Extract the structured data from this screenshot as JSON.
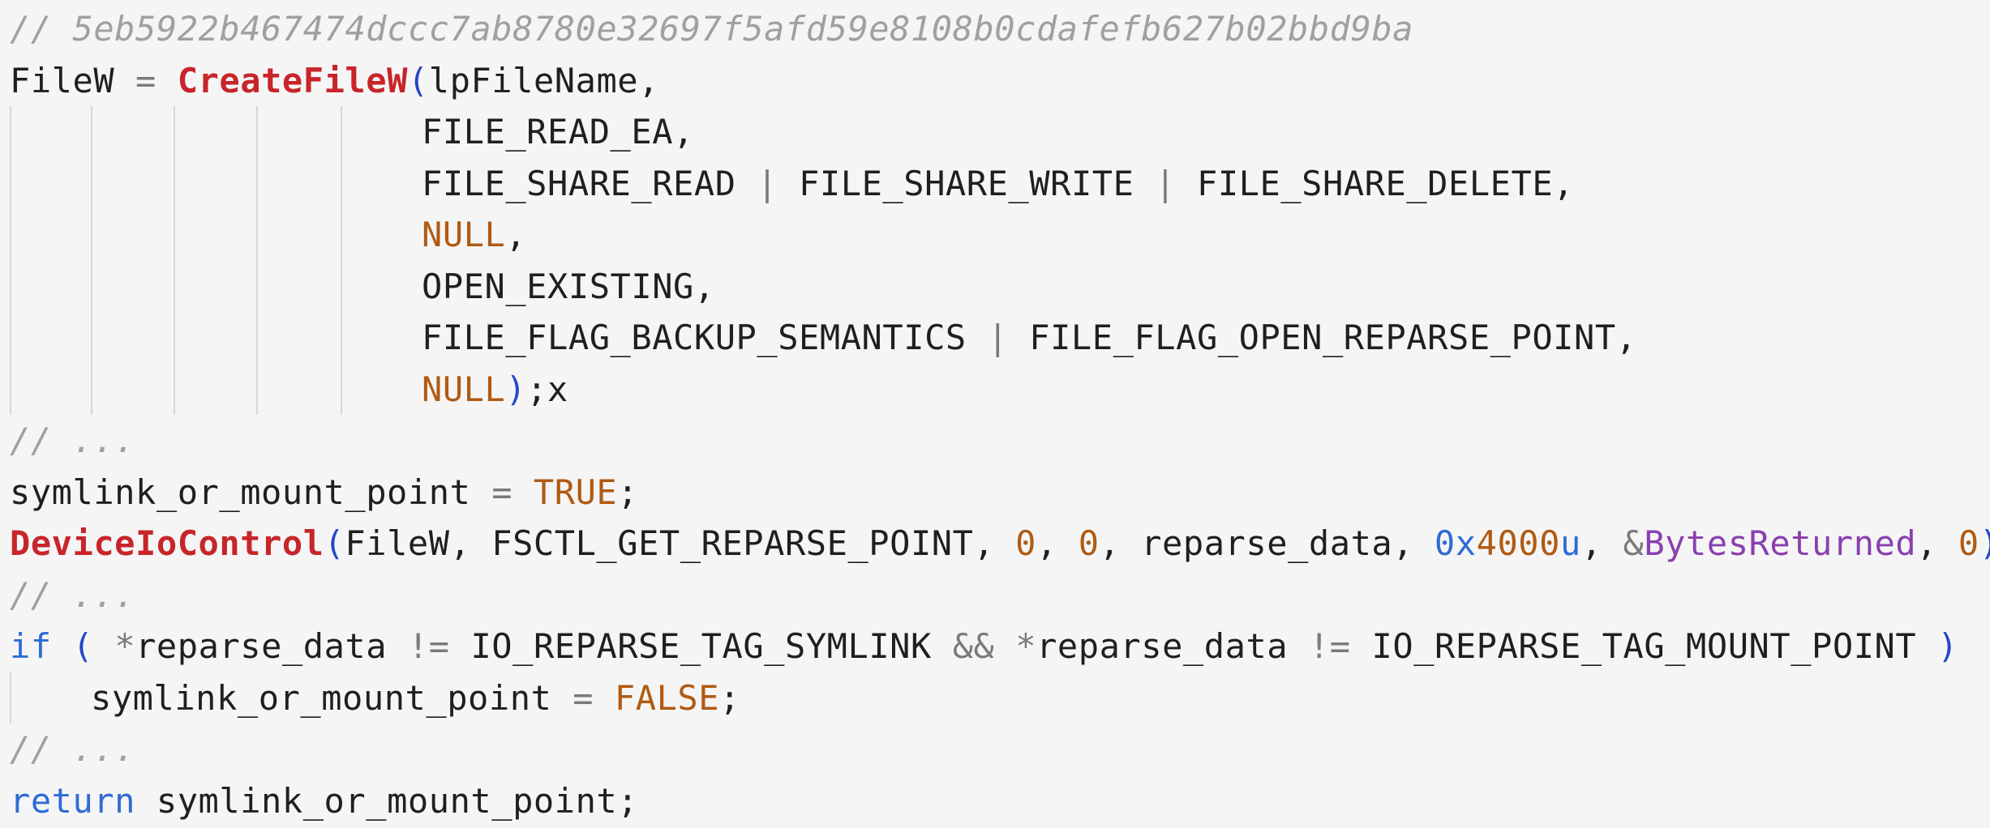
{
  "editor": {
    "lines": [
      {
        "id": "l1",
        "tokens": [
          {
            "t": "// 5eb5922b467474dccc7ab8780e32697f5afd59e8108b0cdafefb627b02bbd9ba",
            "c": "cmt"
          }
        ]
      },
      {
        "id": "l2",
        "tokens": [
          {
            "t": "FileW ",
            "c": "plain"
          },
          {
            "t": "=",
            "c": "op"
          },
          {
            "t": " ",
            "c": "plain"
          },
          {
            "t": "CreateFileW",
            "c": "fn"
          },
          {
            "t": "(",
            "c": "punc"
          },
          {
            "t": "lpFileName,",
            "c": "plain"
          }
        ]
      },
      {
        "id": "l3",
        "indent": true,
        "tokens": [
          {
            "t": "FILE_READ_EA,",
            "c": "plain"
          }
        ]
      },
      {
        "id": "l4",
        "indent": true,
        "tokens": [
          {
            "t": "FILE_SHARE_READ ",
            "c": "plain"
          },
          {
            "t": "|",
            "c": "op"
          },
          {
            "t": " FILE_SHARE_WRITE ",
            "c": "plain"
          },
          {
            "t": "|",
            "c": "op"
          },
          {
            "t": " FILE_SHARE_DELETE,",
            "c": "plain"
          }
        ]
      },
      {
        "id": "l5",
        "indent": true,
        "tokens": [
          {
            "t": "NULL",
            "c": "const"
          },
          {
            "t": ",",
            "c": "plain"
          }
        ]
      },
      {
        "id": "l6",
        "indent": true,
        "tokens": [
          {
            "t": "OPEN_EXISTING,",
            "c": "plain"
          }
        ]
      },
      {
        "id": "l7",
        "indent": true,
        "tokens": [
          {
            "t": "FILE_FLAG_BACKUP_SEMANTICS ",
            "c": "plain"
          },
          {
            "t": "|",
            "c": "op"
          },
          {
            "t": " FILE_FLAG_OPEN_REPARSE_POINT,",
            "c": "plain"
          }
        ]
      },
      {
        "id": "l8",
        "indent": true,
        "tokens": [
          {
            "t": "NULL",
            "c": "const"
          },
          {
            "t": ")",
            "c": "punc"
          },
          {
            "t": ";x",
            "c": "plain"
          }
        ]
      },
      {
        "id": "l9",
        "tokens": [
          {
            "t": "// ...",
            "c": "cmt"
          }
        ]
      },
      {
        "id": "l10",
        "tokens": [
          {
            "t": "symlink_or_mount_point ",
            "c": "plain"
          },
          {
            "t": "=",
            "c": "op"
          },
          {
            "t": " ",
            "c": "plain"
          },
          {
            "t": "TRUE",
            "c": "const"
          },
          {
            "t": ";",
            "c": "plain"
          }
        ]
      },
      {
        "id": "l11",
        "tokens": [
          {
            "t": "DeviceIoControl",
            "c": "fn"
          },
          {
            "t": "(",
            "c": "punc"
          },
          {
            "t": "FileW, FSCTL_GET_REPARSE_POINT, ",
            "c": "plain"
          },
          {
            "t": "0",
            "c": "num"
          },
          {
            "t": ", ",
            "c": "plain"
          },
          {
            "t": "0",
            "c": "num"
          },
          {
            "t": ", reparse_data, ",
            "c": "plain"
          },
          {
            "t": "0x",
            "c": "hex"
          },
          {
            "t": "4000",
            "c": "num"
          },
          {
            "t": "u",
            "c": "hex"
          },
          {
            "t": ", ",
            "c": "plain"
          },
          {
            "t": "&",
            "c": "op"
          },
          {
            "t": "BytesReturned",
            "c": "addr"
          },
          {
            "t": ", ",
            "c": "plain"
          },
          {
            "t": "0",
            "c": "num"
          },
          {
            "t": ")",
            "c": "punc"
          }
        ]
      },
      {
        "id": "l12",
        "tokens": [
          {
            "t": "// ...",
            "c": "cmt"
          }
        ]
      },
      {
        "id": "l13",
        "tokens": [
          {
            "t": "if",
            "c": "kw"
          },
          {
            "t": " ",
            "c": "plain"
          },
          {
            "t": "(",
            "c": "punc"
          },
          {
            "t": " ",
            "c": "plain"
          },
          {
            "t": "*",
            "c": "op"
          },
          {
            "t": "reparse_data ",
            "c": "plain"
          },
          {
            "t": "!=",
            "c": "op"
          },
          {
            "t": " IO_REPARSE_TAG_SYMLINK ",
            "c": "plain"
          },
          {
            "t": "&&",
            "c": "op"
          },
          {
            "t": " ",
            "c": "plain"
          },
          {
            "t": "*",
            "c": "op"
          },
          {
            "t": "reparse_data ",
            "c": "plain"
          },
          {
            "t": "!=",
            "c": "op"
          },
          {
            "t": " IO_REPARSE_TAG_MOUNT_POINT ",
            "c": "plain"
          },
          {
            "t": ")",
            "c": "punc"
          }
        ]
      },
      {
        "id": "l14",
        "indentSmall": true,
        "tokens": [
          {
            "t": "symlink_or_mount_point ",
            "c": "plain"
          },
          {
            "t": "=",
            "c": "op"
          },
          {
            "t": " ",
            "c": "plain"
          },
          {
            "t": "FALSE",
            "c": "const"
          },
          {
            "t": ";",
            "c": "plain"
          }
        ]
      },
      {
        "id": "l15",
        "tokens": [
          {
            "t": "// ...",
            "c": "cmt"
          }
        ]
      },
      {
        "id": "l16",
        "tokens": [
          {
            "t": "return",
            "c": "kw"
          },
          {
            "t": " symlink_or_mount_point;",
            "c": "plain"
          }
        ]
      }
    ]
  }
}
